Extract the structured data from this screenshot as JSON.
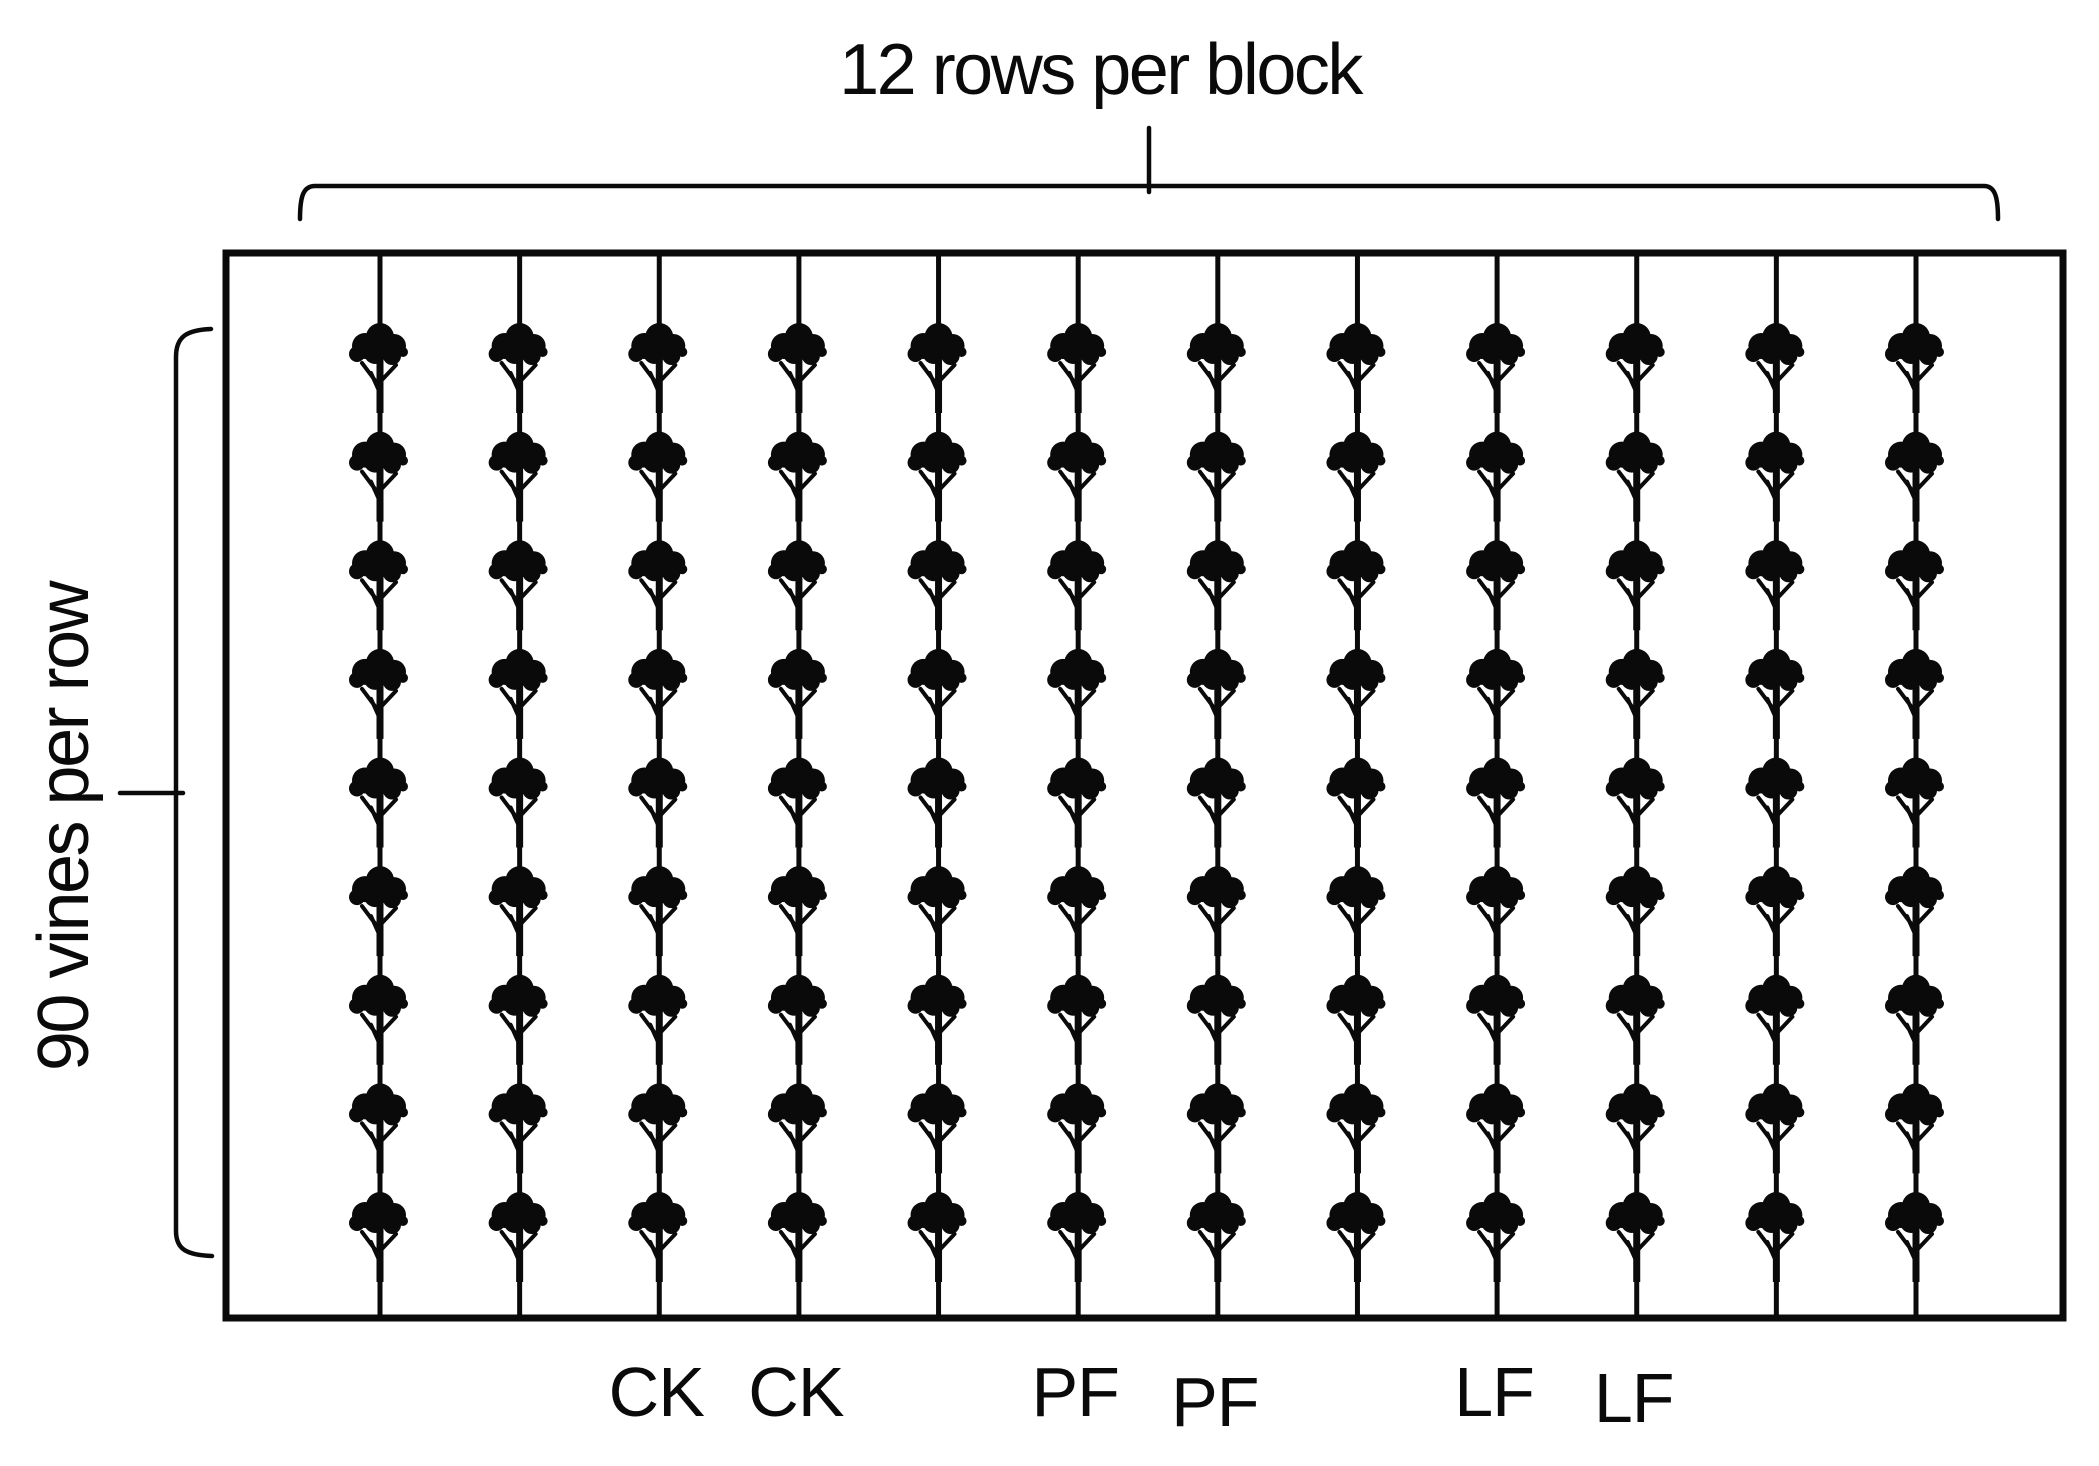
{
  "figure": {
    "top_label": "12 rows per block",
    "left_label": "90 vines per row",
    "rows_per_block": 12,
    "vine_icons_per_row": 9,
    "treatments": [
      {
        "label": "CK",
        "row": 3
      },
      {
        "label": "CK",
        "row": 4
      },
      {
        "label": "PF",
        "row": 6
      },
      {
        "label": "PF",
        "row": 7
      },
      {
        "label": "LF",
        "row": 9
      },
      {
        "label": "LF",
        "row": 10
      }
    ],
    "colors": {
      "ink": "#0a0a0a",
      "background": "#ffffff"
    }
  }
}
